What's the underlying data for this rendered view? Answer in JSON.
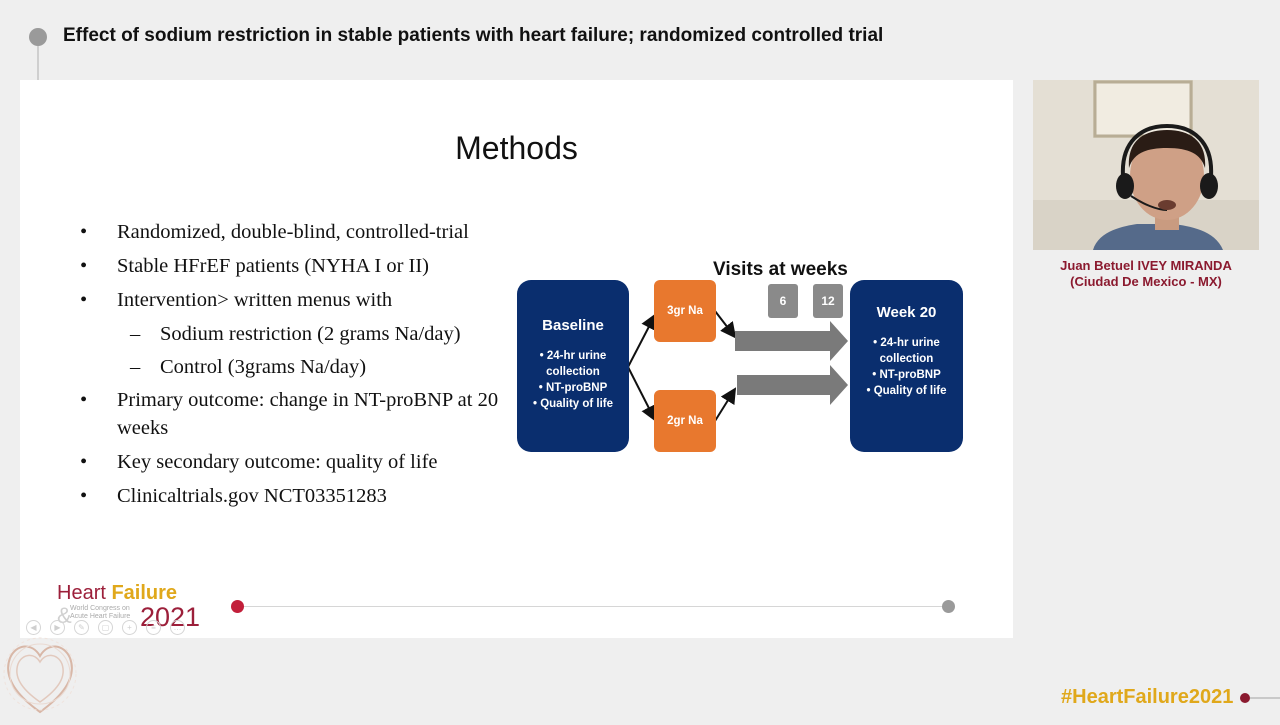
{
  "header": {
    "title": "Effect of sodium restriction in stable patients with heart failure; randomized controlled trial"
  },
  "slide": {
    "title": "Methods",
    "bullets": [
      {
        "text": "Randomized, double-blind, controlled-trial",
        "level": 1
      },
      {
        "text": "Stable HFrEF patients (NYHA I or II)",
        "level": 1
      },
      {
        "text": "Intervention> written menus with",
        "level": 1
      },
      {
        "text": "Sodium restriction (2 grams Na/day)",
        "level": 2
      },
      {
        "text": "Control (3grams Na/day)",
        "level": 2
      },
      {
        "text": "Primary outcome: change in NT-proBNP at 20 weeks",
        "level": 1
      },
      {
        "text": "Key secondary outcome: quality of life",
        "level": 1
      },
      {
        "text": "Clinicaltrials.gov NCT03351283",
        "level": 1
      }
    ],
    "bullet_marker": "•",
    "sub_marker": "–",
    "diagram": {
      "baseline": {
        "title": "Baseline",
        "items": [
          "24-hr urine collection",
          "NT-proBNP",
          "Quality of life"
        ]
      },
      "arm_top": "3gr Na",
      "arm_bottom": "2gr Na",
      "visits_title": "Visits at weeks",
      "weeks": [
        "6",
        "12"
      ],
      "final": {
        "title": "Week 20",
        "items": [
          "24-hr urine collection",
          "NT-proBNP",
          "Quality of life"
        ]
      },
      "colors": {
        "blue": "#0a2e6e",
        "orange": "#e8782e",
        "gray": "#8a8a8a"
      }
    }
  },
  "logo": {
    "line1a": "Heart ",
    "line1b": "Failure",
    "amp": "&",
    "congress": [
      "World Congress on",
      "Acute Heart Failure"
    ],
    "year": "2021"
  },
  "speaker": {
    "name": "Juan Betuel IVEY MIRANDA",
    "location": "(Ciudad De Mexico - MX)"
  },
  "hashtag": "#HeartFailure2021",
  "icons": {
    "camera": "webcam-video",
    "player_controls": [
      "back-icon",
      "play-icon",
      "edit-icon",
      "copy-icon",
      "zoom-icon",
      "menu-icon",
      "more-icon"
    ]
  },
  "colors": {
    "accent": "#8b1a2f",
    "gold": "#e0a81b",
    "progress": "#c21f3a"
  }
}
